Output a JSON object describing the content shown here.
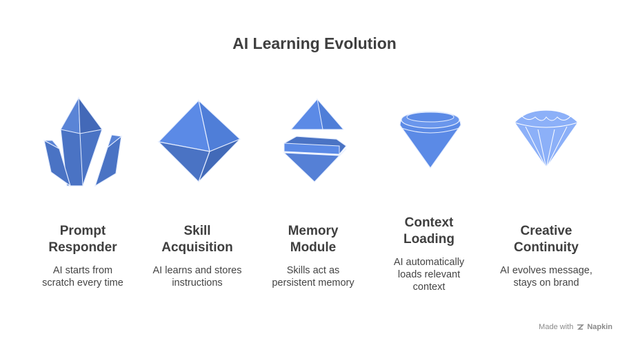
{
  "title": "AI Learning Evolution",
  "stages": [
    {
      "title_line1": "Prompt",
      "title_line2": "Responder",
      "desc_line1": "AI starts from",
      "desc_line2": "scratch every time",
      "desc_line3": ""
    },
    {
      "title_line1": "Skill",
      "title_line2": "Acquisition",
      "desc_line1": "AI learns and stores",
      "desc_line2": "instructions",
      "desc_line3": ""
    },
    {
      "title_line1": "Memory",
      "title_line2": "Module",
      "desc_line1": "Skills act as",
      "desc_line2": "persistent memory",
      "desc_line3": ""
    },
    {
      "title_line1": "Context",
      "title_line2": "Loading",
      "desc_line1": "AI automatically",
      "desc_line2": "loads relevant",
      "desc_line3": "context"
    },
    {
      "title_line1": "Creative",
      "title_line2": "Continuity",
      "desc_line1": "AI evolves message,",
      "desc_line2": "stays on brand",
      "desc_line3": ""
    }
  ],
  "icons": [
    "crystal-cluster-icon",
    "octahedron-icon",
    "split-gem-icon",
    "cone-gem-icon",
    "faceted-diamond-icon"
  ],
  "colors": {
    "title": "#3f3f3f",
    "gem_dark": "#4a73c4",
    "gem_mid": "#5b8ae6",
    "gem_light": "#8cb0f8"
  },
  "footer": {
    "made_with": "Made with",
    "brand": "Napkin"
  }
}
